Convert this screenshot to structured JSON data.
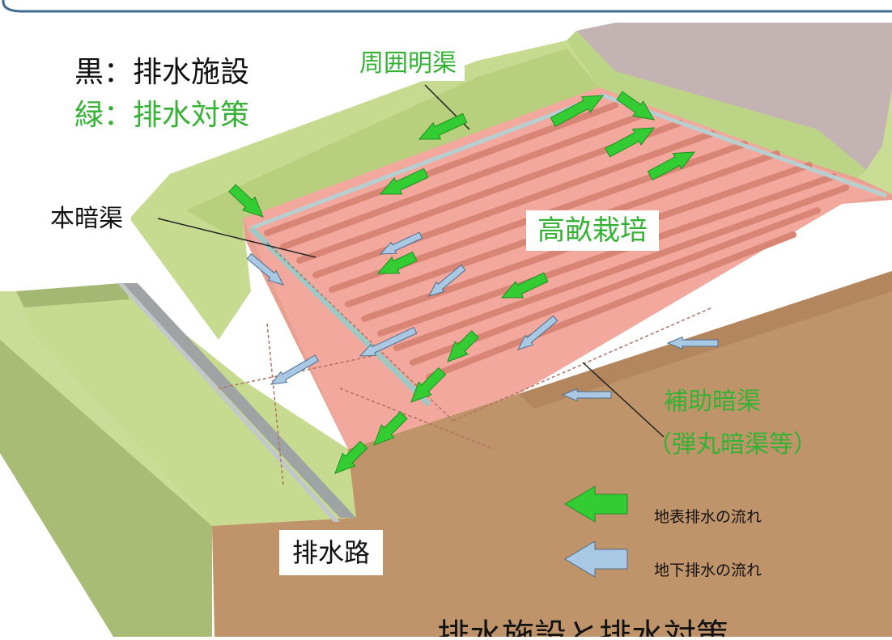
{
  "legend_key": {
    "black": "黒：排水施設",
    "green": "緑：排水対策"
  },
  "labels": {
    "perimeter_ditch": "周囲明渠",
    "main_underdrain": "本暗渠",
    "high_ridge": "高畝栽培",
    "aux_underdrain_1": "補助暗渠",
    "aux_underdrain_2": "（弾丸暗渠等）",
    "drainage_channel": "排水路"
  },
  "flow_legend": {
    "surface": "地表排水の流れ",
    "subsurface": "地下排水の流れ"
  },
  "footer_title": "排水施設と排水対策",
  "colors": {
    "frame": "#3f6b8e",
    "surface_arrow": "#33cc33",
    "subsurface_arrow": "#a9c8e4",
    "field": "#f2a89c",
    "bank": "#c7dc92",
    "soil": "#c0946a",
    "label_green": "#33b233"
  }
}
